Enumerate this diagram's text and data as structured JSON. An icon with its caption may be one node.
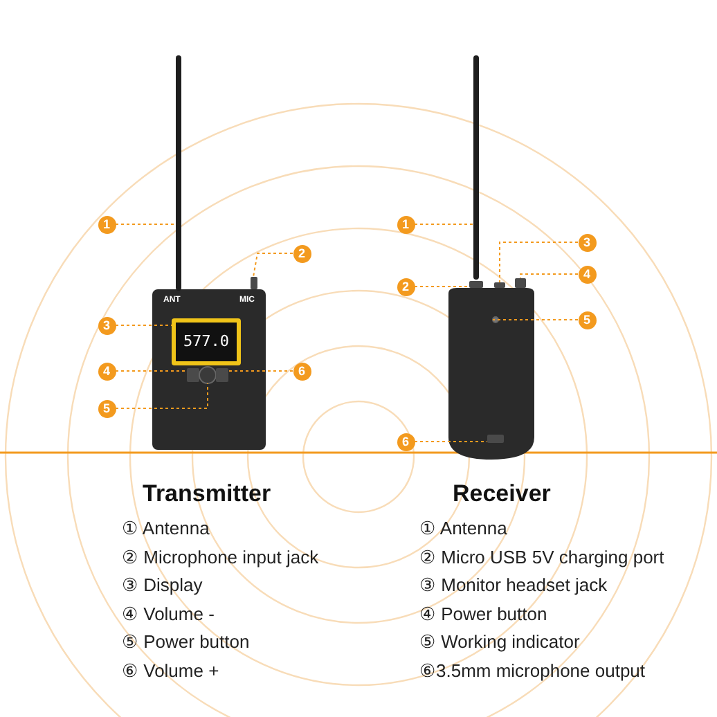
{
  "diagram": {
    "nodes": [
      {
        "text": [
          "1"
        ]
      },
      {
        "text": [
          "2"
        ]
      },
      {
        "text": [
          "3"
        ]
      },
      {
        "text": [
          "4"
        ]
      },
      {
        "text": [
          "5"
        ]
      },
      {
        "text": [
          "6"
        ]
      },
      {
        "text": [
          "1"
        ]
      },
      {
        "text": [
          "2"
        ]
      },
      {
        "text": [
          "3"
        ]
      },
      {
        "text": [
          "4"
        ]
      },
      {
        "text": [
          "5"
        ]
      },
      {
        "text": [
          "6"
        ]
      },
      {
        "text": [],
        "shape": "bar"
      },
      {
        "text": [],
        "shape": "box"
      },
      {
        "text": [
          "577.0"
        ]
      },
      {
        "text": [],
        "shape": "box"
      },
      {
        "text": [],
        "shape": "circle"
      },
      {
        "text": [],
        "shape": "box"
      },
      {
        "text": [],
        "shape": "bar"
      },
      {
        "text": [],
        "shape": "box"
      },
      {
        "text": [],
        "shape": "box"
      },
      {
        "text": [],
        "shape": "box"
      },
      {
        "text": [],
        "shape": "circle"
      },
      {
        "text": [],
        "shape": "box"
      }
    ],
    "edges": [
      {
        "from": 0,
        "to": 12,
        "arrow": "none",
        "style": "dashed"
      },
      {
        "from": 1,
        "to": 13,
        "arrow": "none",
        "style": "dashed"
      },
      {
        "from": 2,
        "to": 14,
        "arrow": "none",
        "style": "dashed"
      },
      {
        "from": 3,
        "to": 15,
        "arrow": "none",
        "style": "dashed"
      },
      {
        "from": 4,
        "to": 16,
        "arrow": "none",
        "style": "dashed"
      },
      {
        "from": 5,
        "to": 17,
        "arrow": "none",
        "style": "dashed"
      },
      {
        "from": 6,
        "to": 18,
        "arrow": "none",
        "style": "dashed"
      },
      {
        "from": 7,
        "to": 19,
        "arrow": "none",
        "style": "dashed"
      },
      {
        "from": 8,
        "to": 20,
        "arrow": "none",
        "style": "dashed"
      },
      {
        "from": 9,
        "to": 21,
        "arrow": "none",
        "style": "dashed"
      },
      {
        "from": 10,
        "to": 22,
        "arrow": "none",
        "style": "dashed"
      },
      {
        "from": 11,
        "to": 23,
        "arrow": "none",
        "style": "dashed"
      }
    ],
    "labels": [
      "ANT",
      "MIC",
      "Transmitter",
      "① Antenna",
      "② Microphone input jack",
      "③ Display",
      "④ Volume -",
      "⑤ Power button",
      "⑥ Volume +",
      "Receiver",
      "① Antenna",
      "② Micro USB 5V charging port",
      "③ Monitor headset jack",
      "④ Power button",
      "⑤ Working indicator",
      "⑥3.5mm microphone output"
    ]
  }
}
